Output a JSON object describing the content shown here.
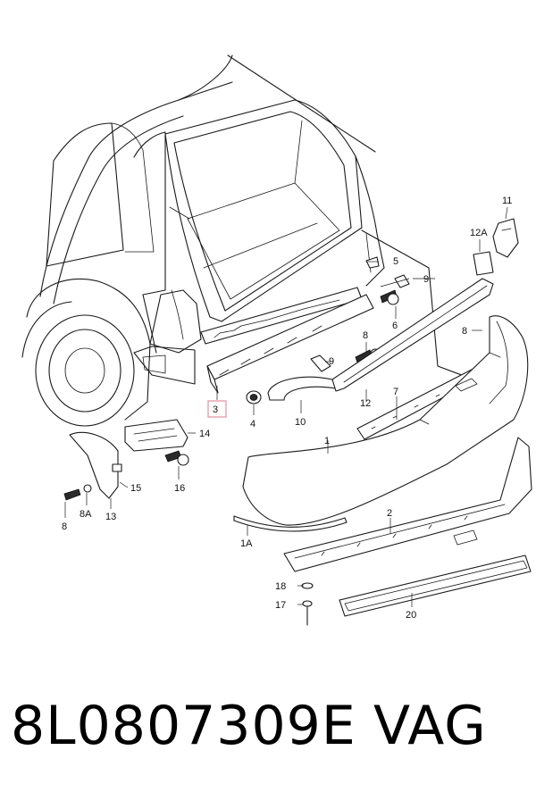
{
  "callouts": {
    "c1": "1",
    "c1A": "1A",
    "c2": "2",
    "c3": "3",
    "c4": "4",
    "c5": "5",
    "c6": "6",
    "c7": "7",
    "c8a": "8",
    "c8b": "8",
    "c8c": "8",
    "c8A": "8A",
    "c9a": "9",
    "c9b": "9",
    "c10": "10",
    "c11": "11",
    "c12": "12",
    "c12A": "12A",
    "c13": "13",
    "c14": "14",
    "c15": "15",
    "c16": "16",
    "c17": "17",
    "c18": "18",
    "c20": "20"
  },
  "highlight_color": "#e8a0a8",
  "caption": {
    "part_number": "8L0807309E",
    "brand": "VAG"
  }
}
